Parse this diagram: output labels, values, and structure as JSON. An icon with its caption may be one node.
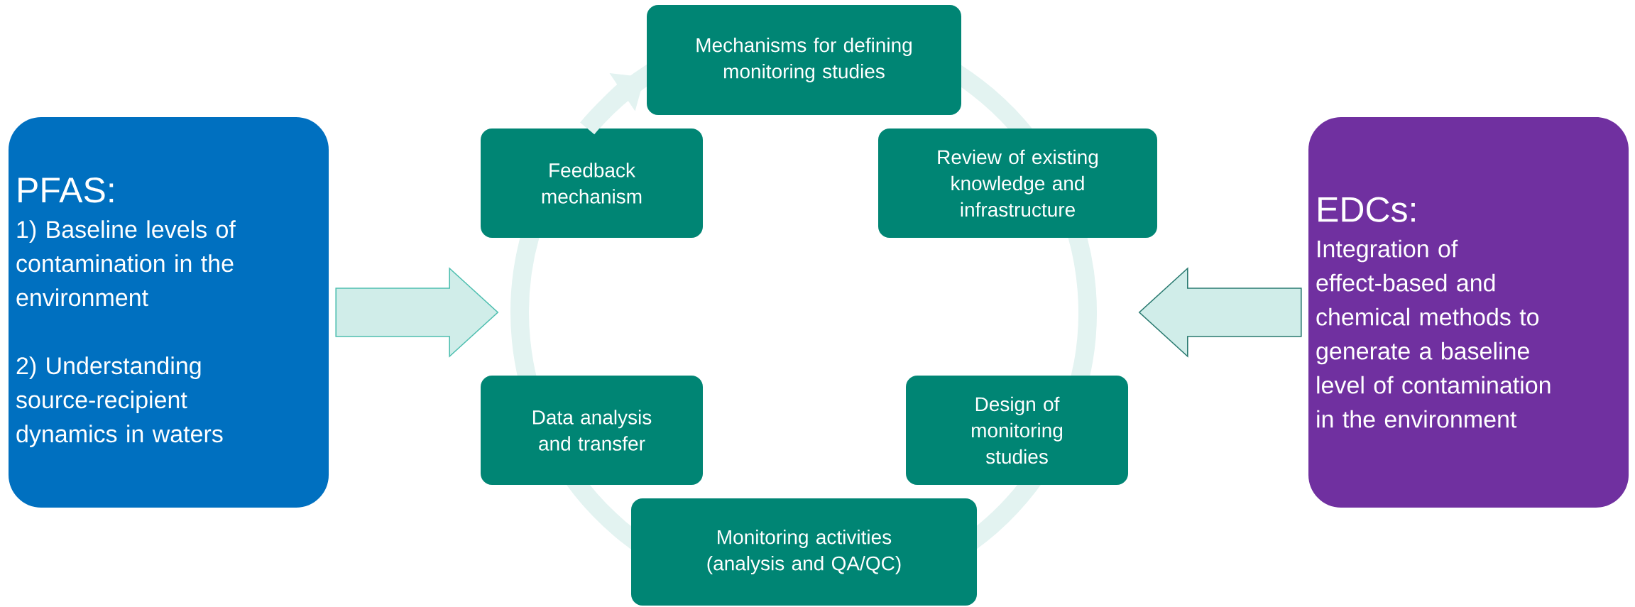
{
  "diagram": {
    "nodes": [
      {
        "text": [
          "PFAS:",
          "1) Baseline levels of contamination in the environment",
          "2) Understanding source-recipient dynamics in waters"
        ]
      },
      {
        "text": [
          "EDCs:",
          "Integration of effect-based and chemical methods to generate a baseline level of contamination in the environment"
        ]
      },
      {
        "text": [
          "Mechanisms for defining monitoring studies"
        ]
      },
      {
        "text": [
          "Review of existing knowledge and infrastructure"
        ]
      },
      {
        "text": [
          "Design of monitoring studies"
        ]
      },
      {
        "text": [
          "Monitoring activities (analysis and QA/QC)"
        ]
      },
      {
        "text": [
          "Data analysis and transfer"
        ]
      },
      {
        "text": [
          "Feedback mechanism"
        ]
      }
    ],
    "edges": [
      {
        "from": 0,
        "to": null,
        "arrow": "to"
      },
      {
        "from": 1,
        "to": null,
        "arrow": "to",
        "color": "#2a7a70"
      },
      {
        "from": 7,
        "to": 2,
        "arrow": "to",
        "color": "#e3f3f1"
      }
    ]
  }
}
